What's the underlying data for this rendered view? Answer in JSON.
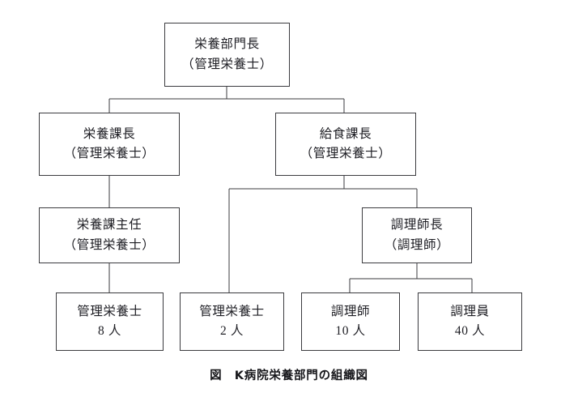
{
  "figure": {
    "caption": "図　K病院栄養部門の組織図",
    "type": "organization-chart",
    "colors": {
      "background": "#ffffff",
      "box_border": "#3b3b3f",
      "connector": "#3b3b3f",
      "text": "#1d1d23",
      "caption_text": "#16161a"
    }
  },
  "nodes": {
    "director": {
      "id": "nutrition-department-director",
      "line1": "栄養部門長",
      "line2": "（管理栄養士）"
    },
    "nutrition_chief": {
      "id": "nutrition-section-chief",
      "line1": "栄養課長",
      "line2": "（管理栄養士）"
    },
    "foodservice_chief": {
      "id": "foodservice-section-chief",
      "line1": "給食課長",
      "line2": "（管理栄養士）"
    },
    "nutrition_supervisor": {
      "id": "nutrition-section-supervisor",
      "line1": "栄養課主任",
      "line2": "（管理栄養士）"
    },
    "head_cook": {
      "id": "head-cook",
      "line1": "調理師長",
      "line2": "（調理師）"
    },
    "dietitians_8": {
      "id": "registered-dietitians-8",
      "line1": "管理栄養士",
      "line2": "8 人"
    },
    "dietitians_2": {
      "id": "registered-dietitians-2",
      "line1": "管理栄養士",
      "line2": "2 人"
    },
    "cooks_10": {
      "id": "cooks-10",
      "line1": "調理師",
      "line2": "10 人"
    },
    "kitchen_staff_40": {
      "id": "kitchen-staff-40",
      "line1": "調理員",
      "line2": "40 人"
    }
  },
  "edges": [
    {
      "from": "director",
      "to": "nutrition_chief"
    },
    {
      "from": "director",
      "to": "foodservice_chief"
    },
    {
      "from": "nutrition_chief",
      "to": "nutrition_supervisor"
    },
    {
      "from": "nutrition_supervisor",
      "to": "dietitians_8"
    },
    {
      "from": "foodservice_chief",
      "to": "dietitians_2"
    },
    {
      "from": "foodservice_chief",
      "to": "head_cook"
    },
    {
      "from": "head_cook",
      "to": "cooks_10"
    },
    {
      "from": "head_cook",
      "to": "kitchen_staff_40"
    }
  ],
  "headcounts": {
    "registered_dietitians_nutrition_section": 8,
    "registered_dietitians_foodservice_section": 2,
    "cooks": 10,
    "kitchen_staff": 40
  }
}
